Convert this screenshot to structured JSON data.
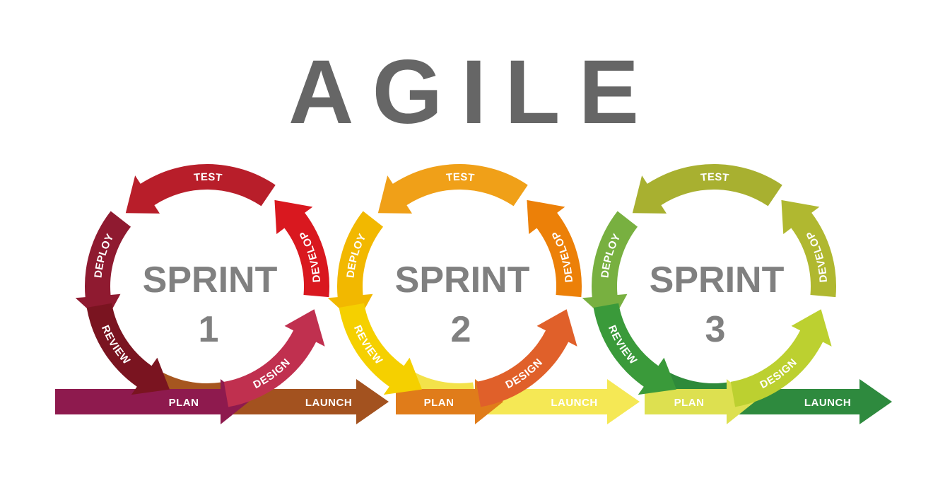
{
  "title": "AGILE",
  "title_color": "#666666",
  "sprints": [
    {
      "label": "SPRINT",
      "number": "1",
      "steps": {
        "design": "DESIGN",
        "develop": "DEVELOP",
        "test": "TEST",
        "deploy": "DEPLOY",
        "review": "REVIEW",
        "plan": "PLAN",
        "launch": "LAUNCH"
      },
      "colors": {
        "design": "#c0304f",
        "develop": "#d9181f",
        "test": "#b81e2a",
        "deploy": "#8f1a30",
        "review": "#7a1420",
        "arc": "#a6561f",
        "plan": "#8e1a4e",
        "launch": "#a3521f"
      }
    },
    {
      "label": "SPRINT",
      "number": "2",
      "steps": {
        "design": "DESIGN",
        "develop": "DEVELOP",
        "test": "TEST",
        "deploy": "DEPLOY",
        "review": "REVIEW",
        "plan": "PLAN",
        "launch": "LAUNCH"
      },
      "colors": {
        "design": "#e0602a",
        "develop": "#ec8008",
        "test": "#f0a018",
        "deploy": "#f2b800",
        "review": "#f5d000",
        "arc": "#f3e24a",
        "plan": "#e07c1a",
        "launch": "#f5e855"
      }
    },
    {
      "label": "SPRINT",
      "number": "3",
      "steps": {
        "design": "DESIGN",
        "develop": "DEVELOP",
        "test": "TEST",
        "deploy": "DEPLOY",
        "review": "REVIEW",
        "plan": "PLAN",
        "launch": "LAUNCH"
      },
      "colors": {
        "design": "#bcd030",
        "develop": "#b0b830",
        "test": "#a8b030",
        "deploy": "#78b040",
        "review": "#3a9a3a",
        "arc": "#2e8a3a",
        "plan": "#dde050",
        "launch": "#2e8a3e"
      }
    }
  ]
}
